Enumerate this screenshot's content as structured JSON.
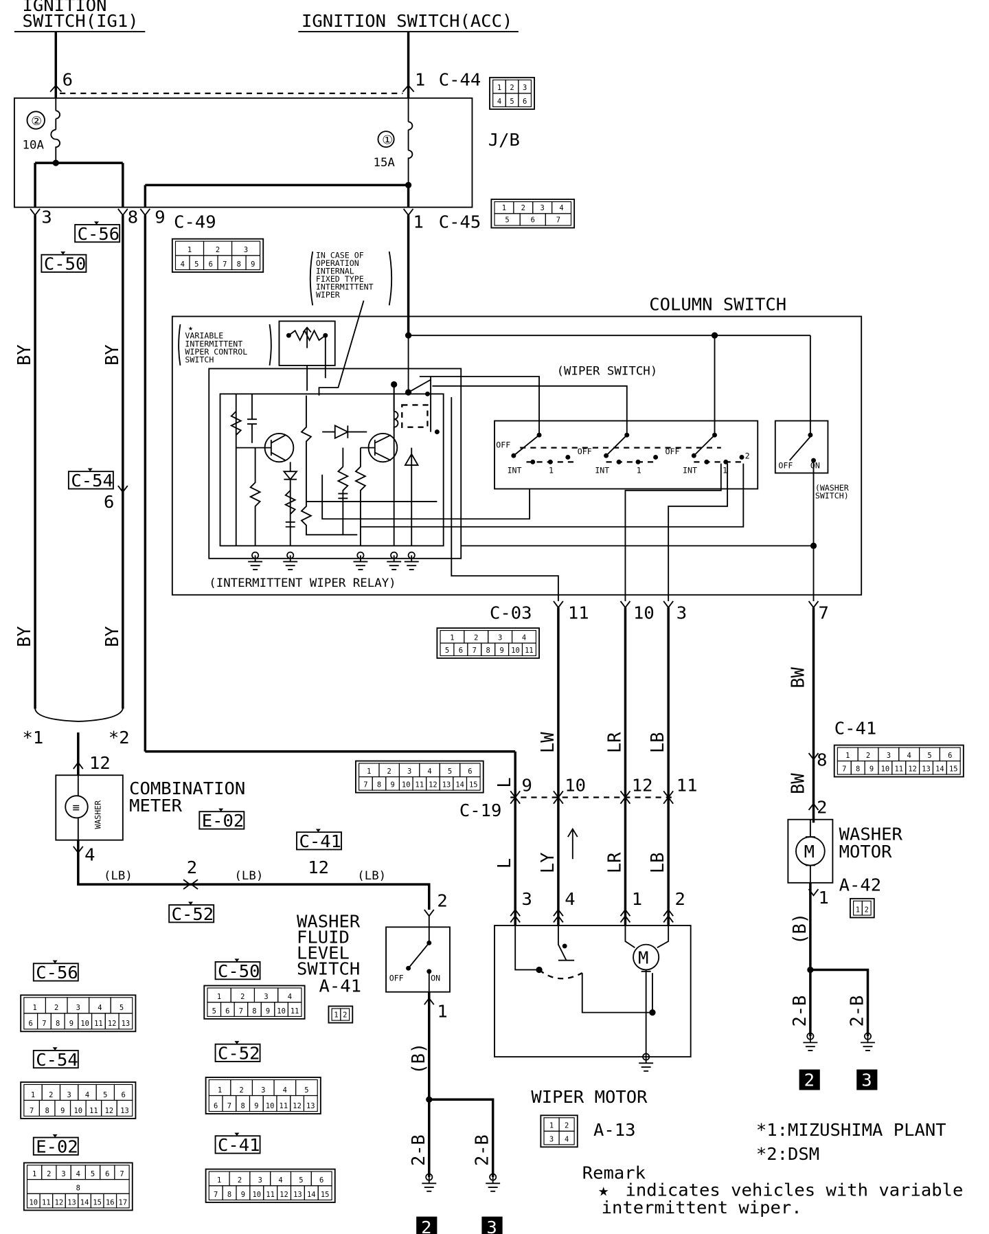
{
  "headers": {
    "ig1_line1": "IGNITION",
    "ig1_line2": "SWITCH(IG1)",
    "acc": "IGNITION SWITCH(ACC)"
  },
  "jb": {
    "label": "J/B",
    "fuse2_num": "②",
    "fuse2_amp": "10A",
    "fuse1_num": "①",
    "fuse1_amp": "15A"
  },
  "connectors": {
    "c44": "C-44",
    "c45": "C-45",
    "c49": "C-49",
    "c56": "C-56",
    "c50": "C-50",
    "c54": "C-54",
    "c03": "C-03",
    "c41": "C-41",
    "c19": "C-19",
    "e02": "E-02",
    "c52": "C-52",
    "a41": "A-41",
    "a42": "A-42",
    "a13": "A-13"
  },
  "pins": {
    "p6_top": "6",
    "p1_c44": "1",
    "p3": "3",
    "p8": "8",
    "p9": "9",
    "p1_c45": "1",
    "p6_c54": "6",
    "p11_c03": "11",
    "p10_c03": "10",
    "p3_c03": "3",
    "p7_c03": "7",
    "p8_c41": "8",
    "p2_wm": "2",
    "p1_wm": "1",
    "p12_cm": "12",
    "p4_cm": "4",
    "p2_lb": "2",
    "p12_lb": "12",
    "p2_wf": "2",
    "p1_wf": "1",
    "p9_c19": "9",
    "p10_c19": "10",
    "p12_c19": "12",
    "p11_c19": "11",
    "p3_m": "3",
    "p4_m": "4",
    "p1_m": "1",
    "p2_m": "2"
  },
  "wires": {
    "by": "BY",
    "bw": "BW",
    "lb_paren": "(LB)",
    "b_paren": "(B)",
    "two_b": "2-B",
    "l": "L",
    "lw": "LW",
    "lr": "LR",
    "lb": "LB",
    "ly": "LY"
  },
  "components": {
    "column_switch": "COLUMN SWITCH",
    "wiper_switch": "(WIPER SWITCH)",
    "int_relay": "(INTERMITTENT WIPER RELAY)",
    "washer_switch_1": "(WASHER",
    "washer_switch_2": "SWITCH)",
    "variable_star": "★",
    "variable_1": "VARIABLE",
    "variable_2": "INTERMITTENT",
    "variable_3": "WIPER CONTROL",
    "variable_4": "SWITCH",
    "incase_1": "IN CASE OF",
    "incase_2": "OPERATION",
    "incase_3": "INTERNAL",
    "incase_4": "FIXED TYPE",
    "incase_5": "INTERMITTENT",
    "incase_6": "WIPER",
    "combo_meter_1": "COMBINATION",
    "combo_meter_2": "METER",
    "washer_icon": "WASHER",
    "washer_motor_1": "WASHER",
    "washer_motor_2": "MOTOR",
    "washer_fluid_1": "WASHER",
    "washer_fluid_2": "FLUID",
    "washer_fluid_3": "LEVEL",
    "washer_fluid_4": "SWITCH",
    "wiper_motor": "WIPER MOTOR",
    "motor_m": "M",
    "off": "OFF",
    "on": "ON",
    "int": "INT",
    "one": "1",
    "two": "2"
  },
  "notes": {
    "star1_tag": "*1",
    "star2_tag": "*2",
    "star1": "*1:MIZUSHIMA PLANT",
    "star2": "*2:DSM",
    "remark_title": "Remark",
    "remark_star": "★",
    "remark_line1": "indicates vehicles with variable",
    "remark_line2": "intermittent wiper."
  },
  "grounds": {
    "g2": "2",
    "g3": "3"
  },
  "connector_faces": {
    "c44_r1": [
      "1",
      "2",
      "3"
    ],
    "c44_r2": [
      "4",
      "5",
      "6"
    ],
    "c45_r1": [
      "1",
      "2",
      "3",
      "4"
    ],
    "c45_r2": [
      "5",
      "6",
      "7"
    ],
    "c49_r1": [
      "1",
      "2",
      "3"
    ],
    "c49_r2": [
      "4",
      "5",
      "6",
      "7",
      "8",
      "9"
    ],
    "c03_r1": [
      "1",
      "2",
      "3",
      "4"
    ],
    "c03_r2": [
      "5",
      "6",
      "7",
      "8",
      "9",
      "10",
      "11"
    ],
    "c41_r1": [
      "1",
      "2",
      "3",
      "4",
      "5",
      "6"
    ],
    "c41_r2": [
      "7",
      "8",
      "9",
      "10",
      "11",
      "12",
      "13",
      "14",
      "15"
    ],
    "c19_r1": [
      "1",
      "2",
      "3",
      "4",
      "5",
      "6"
    ],
    "c19_r2": [
      "7",
      "8",
      "9",
      "10",
      "11",
      "12",
      "13",
      "14",
      "15"
    ],
    "a42": [
      "1",
      "2"
    ],
    "a41": [
      "1",
      "2"
    ],
    "a13_r1": [
      "1",
      "2"
    ],
    "a13_r2": [
      "3",
      "4"
    ],
    "c56_r1": [
      "1",
      "2",
      "3",
      "4",
      "5"
    ],
    "c56_r2": [
      "6",
      "7",
      "8",
      "9",
      "10",
      "11",
      "12",
      "13"
    ],
    "c50_r1": [
      "1",
      "2",
      "3",
      "4"
    ],
    "c50_r2": [
      "5",
      "6",
      "7",
      "8",
      "9",
      "10",
      "11"
    ],
    "c54_r1": [
      "1",
      "2",
      "3",
      "4",
      "5",
      "6"
    ],
    "c54_r2": [
      "7",
      "8",
      "9",
      "10",
      "11",
      "12",
      "13"
    ],
    "c52_r1": [
      "1",
      "2",
      "3",
      "4",
      "5"
    ],
    "c52_r2": [
      "6",
      "7",
      "8",
      "9",
      "10",
      "11",
      "12",
      "13"
    ],
    "e02_r1": [
      "1",
      "2",
      "3",
      "4",
      "5",
      "6",
      "7"
    ],
    "e02_mid": [
      "8"
    ],
    "e02_r2": [
      "10",
      "11",
      "12",
      "13",
      "14",
      "15",
      "16",
      "17"
    ],
    "c41b_r1": [
      "1",
      "2",
      "3",
      "4",
      "5",
      "6"
    ],
    "c41b_r2": [
      "7",
      "8",
      "9",
      "10",
      "11",
      "12",
      "13",
      "14",
      "15"
    ]
  }
}
